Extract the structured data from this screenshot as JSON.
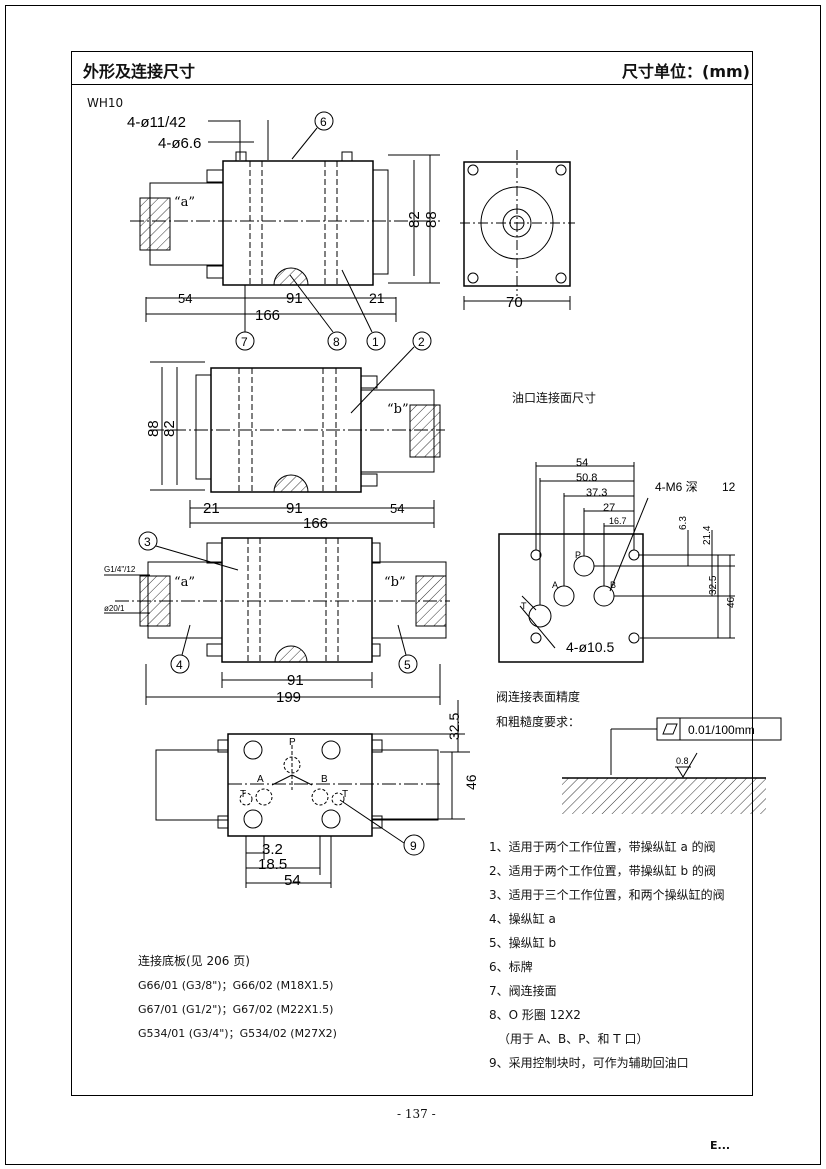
{
  "header": {
    "title": "外形及连接尺寸",
    "unit": "尺寸单位：(mm)"
  },
  "model": "WH10",
  "dims": {
    "view1": {
      "bolt1": "4-ø11/42",
      "bolt2": "4-ø6.6",
      "d54": "54",
      "d91": "91",
      "d21": "21",
      "d166": "166",
      "d82": "82",
      "d88": "88",
      "d70": "70",
      "a": "“a”"
    },
    "view2": {
      "d88": "88",
      "d82": "82",
      "d21": "21",
      "d91": "91",
      "d166": "166",
      "d54": "54",
      "b": "“b”"
    },
    "view3": {
      "g": "G1/4\"/12",
      "phi": "ø20/1",
      "a": "“a”",
      "b": "“b”",
      "d91": "91",
      "d199": "199"
    },
    "view4": {
      "d325": "32.5",
      "d46": "46",
      "d32": "3.2",
      "d185": "18.5",
      "d54": "54",
      "P": "P",
      "A": "A",
      "B": "B",
      "T1": "T",
      "T2": "T"
    },
    "iface": {
      "d54": "54",
      "d508": "50.8",
      "d373": "37.3",
      "d27": "27",
      "d167": "16.7",
      "thread": "4-M6 深",
      "depth": "12",
      "d63": "6.3",
      "d214": "21.4",
      "d325": "32.5",
      "d46": "46",
      "hole": "4-ø10.5",
      "P": "P",
      "A": "A",
      "B": "B",
      "T": "T"
    }
  },
  "callouts": [
    "1",
    "2",
    "3",
    "4",
    "5",
    "6",
    "7",
    "8",
    "9"
  ],
  "interface_title": "油口连接面尺寸",
  "surface": {
    "line1": "阀连接表面精度",
    "line2": "和粗糙度要求：",
    "flatness": "0.01/100mm",
    "roughness": "0.8"
  },
  "notes": [
    "1、适用于两个工作位置，带操纵缸 a 的阀",
    "2、适用于两个工作位置，带操纵缸 b 的阀",
    "3、适用于三个工作位置，和两个操纵缸的阀",
    "4、操纵缸 a",
    "5、操纵缸 b",
    "6、标牌",
    "7、阀连接面",
    "8、O 形圈 12X2",
    "（用于 A、B、P、和 T 口）",
    "9、采用控制块时，可作为辅助回油口"
  ],
  "subplate": {
    "title": "连接底板(见 206 页)",
    "lines": [
      "G66/01 (G3/8\")；G66/02 (M18X1.5)",
      "G67/01 (G1/2\")；G67/02 (M22X1.5)",
      "G534/01 (G3/4\")；G534/02 (M27X2)"
    ]
  },
  "page_number": "- 137 -",
  "footer_mark": "E..."
}
